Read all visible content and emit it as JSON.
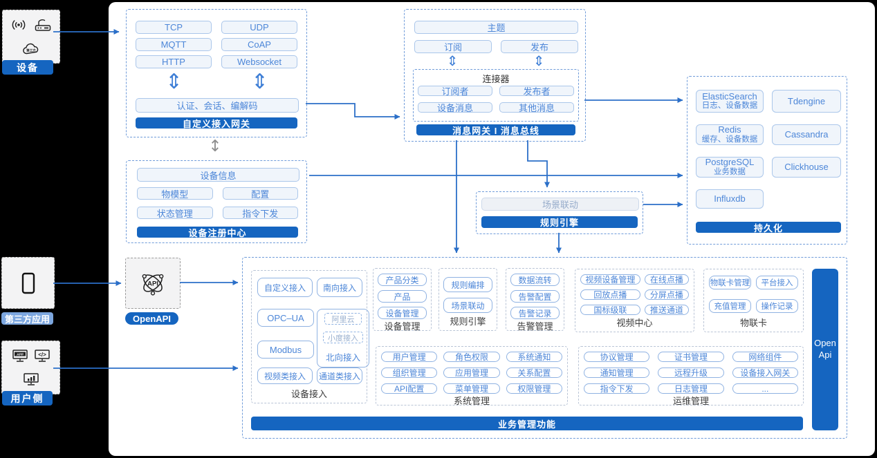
{
  "left_rail": {
    "device": {
      "label": "设备"
    },
    "third_party": {
      "label": "第三方应用"
    },
    "user_side": {
      "label": "用户侧"
    }
  },
  "custom_gateway": {
    "protocols": [
      "TCP",
      "UDP",
      "MQTT",
      "CoAP",
      "HTTP",
      "Websocket"
    ],
    "auth_bar": "认证、会话、编解码",
    "title": "自定义接入网关"
  },
  "device_registry": {
    "top": "设备信息",
    "pills": [
      "物模型",
      "配置",
      "状态管理",
      "指令下发"
    ],
    "title": "设备注册中心"
  },
  "message_bus": {
    "topic": "主题",
    "subscribe": "订阅",
    "publish": "发布",
    "connector": {
      "title": "连接器",
      "pills": [
        "订阅者",
        "发布者",
        "设备消息",
        "其他消息"
      ]
    },
    "title": "消息网关 I 消息总线"
  },
  "persistence": {
    "cells": [
      {
        "name": "ElasticSearch",
        "desc": "日志、设备数据"
      },
      {
        "name": "Tdengine"
      },
      {
        "name": "Redis",
        "desc": "缓存、设备数据"
      },
      {
        "name": "Cassandra"
      },
      {
        "name": "PostgreSQL",
        "desc": "业务数据"
      },
      {
        "name": "Clickhouse"
      },
      {
        "name": "Influxdb"
      }
    ],
    "title": "持久化"
  },
  "rule_box": {
    "pill": "场景联动",
    "title": "规则引擎"
  },
  "open_api": {
    "label": "OpenAPI"
  },
  "biz": {
    "device_access": {
      "row1": [
        "自定义接入",
        "南向接入"
      ],
      "opc": "OPC–UA",
      "modbus": "Modbus",
      "north": {
        "ali": "阿里云",
        "xiaodu": "小度接入",
        "label": "北向接入"
      },
      "row4": [
        "视频类接入",
        "通道类接入"
      ],
      "label": "设备接入"
    },
    "device_mgmt": {
      "pills": [
        "产品分类",
        "产品",
        "设备管理"
      ],
      "label": "设备管理"
    },
    "rule_engine": {
      "pills": [
        "规则编排",
        "场景联动"
      ],
      "label": "规则引擎"
    },
    "alarm_mgmt": {
      "pills": [
        "数据流转",
        "告警配置",
        "告警记录"
      ],
      "label": "告警管理"
    },
    "video_center": {
      "pills": [
        "视频设备管理",
        "在线点播",
        "回放点播",
        "分屏点播",
        "国标级联",
        "推送通道"
      ],
      "label": "视频中心"
    },
    "iot_card": {
      "pills": [
        "物联卡管理",
        "平台接入",
        "充值管理",
        "操作记录"
      ],
      "label": "物联卡"
    },
    "system_mgmt": {
      "pills": [
        "用户管理",
        "角色权限",
        "系统通知",
        "组织管理",
        "应用管理",
        "关系配置",
        "API配置",
        "菜单管理",
        "权限管理"
      ],
      "label": "系统管理"
    },
    "ops_mgmt": {
      "pills": [
        "协议管理",
        "证书管理",
        "网络组件",
        "通知管理",
        "远程升级",
        "设备接入网关",
        "指令下发",
        "日志管理",
        "..."
      ],
      "label": "运维管理"
    },
    "open_api_bar": "Open Api",
    "footer": "业务管理功能"
  },
  "icons": {
    "device_group": [
      "signal-icon",
      "router-icon",
      "cloud-icon"
    ],
    "third_party": [
      "phone-icon"
    ],
    "user_side": [
      "app-monitor-icon",
      "code-monitor-icon",
      "chart-monitor-icon"
    ],
    "open_api": [
      "api-network-icon"
    ]
  },
  "colors": {
    "accent": "#1565c0",
    "pill_border": "#aac6ea",
    "pill_text": "#4c86d8",
    "arrow": "#2b6fc8",
    "rail_soft_label": "#7ca6de",
    "background": "#000000"
  }
}
